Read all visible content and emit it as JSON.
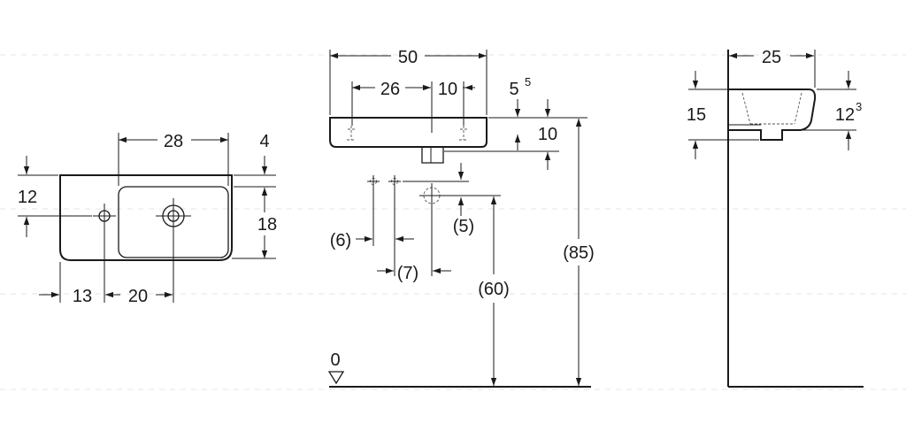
{
  "plan_view": {
    "dim_width": "28",
    "dim_rim": "4",
    "dim_tap_offset": "12",
    "dim_bowl_depth": "18",
    "dim_left": "13",
    "dim_center": "20"
  },
  "front_view": {
    "dim_total_width": "50",
    "dim_left_hole": "26",
    "dim_hole_spacing": "10",
    "dim_right_offset": "5",
    "dim_right_offset_sup": "5",
    "dim_height": "10",
    "dim_six": "(6)",
    "dim_seven": "(7)",
    "dim_five": "(5)",
    "dim_sixty": "(60)",
    "dim_eighty_five": "(85)",
    "floor_level": "0"
  },
  "side_view": {
    "dim_depth": "25",
    "dim_bowl_height": "15",
    "dim_rim_drop": "12",
    "dim_rim_drop_sup": "3"
  }
}
